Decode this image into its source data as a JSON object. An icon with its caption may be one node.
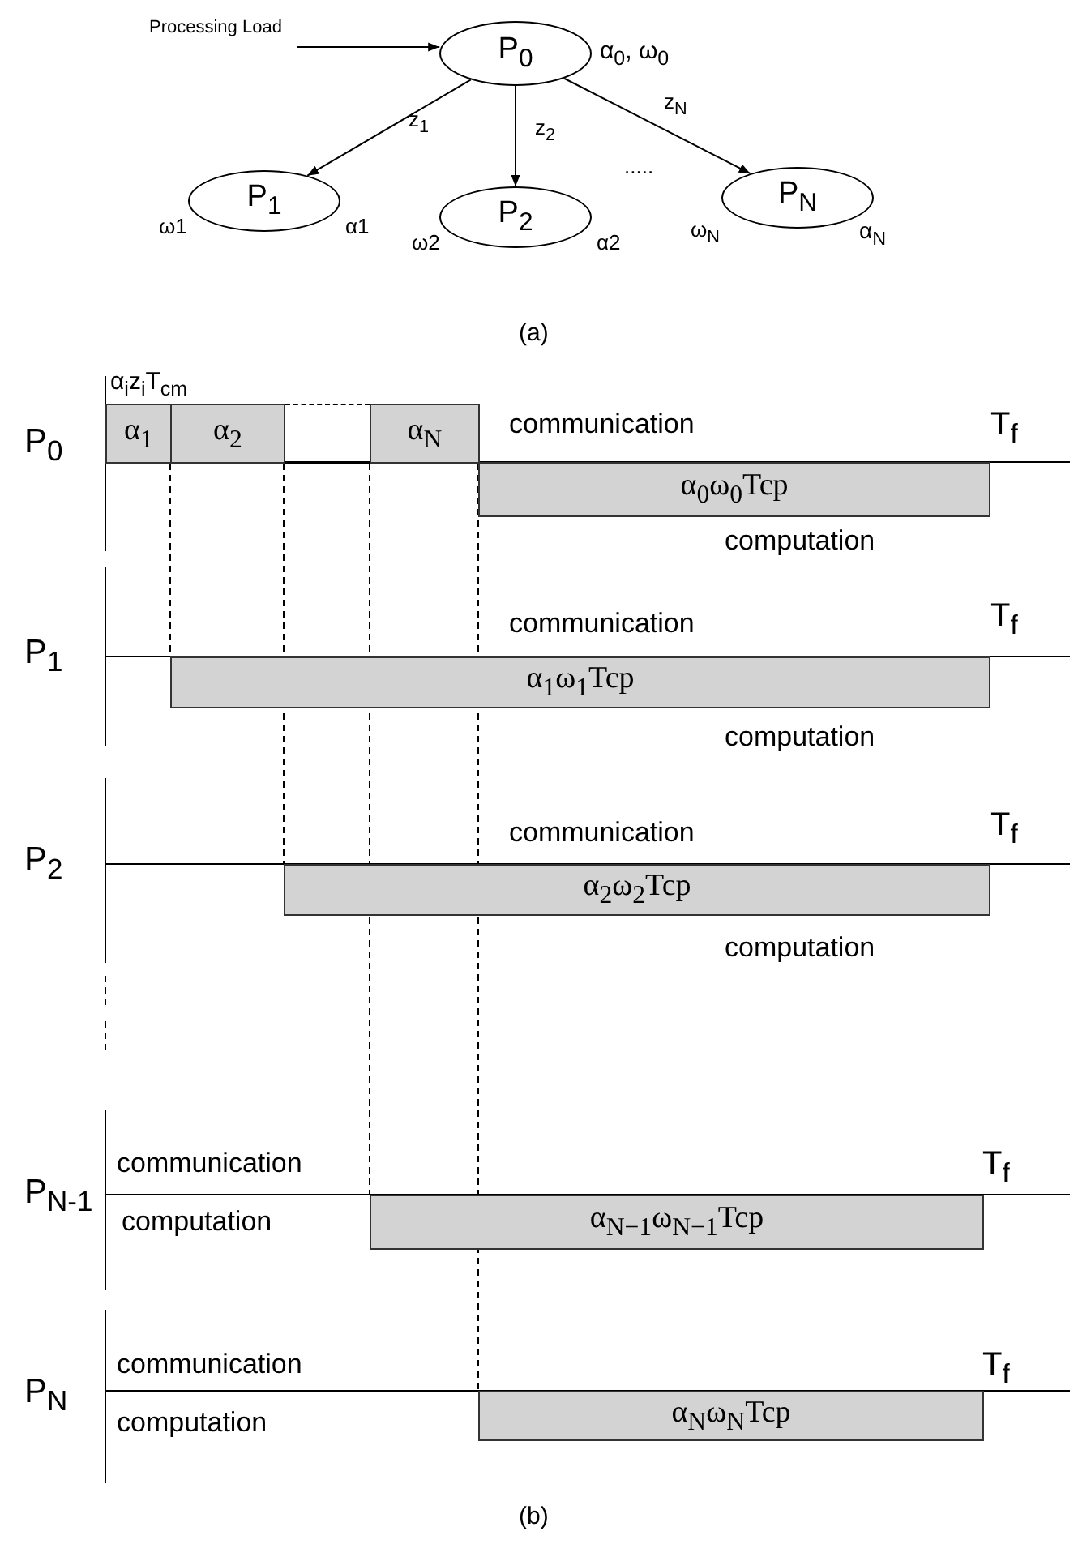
{
  "diagram": {
    "nodes": [
      {
        "text": [
          "Processing Load"
        ]
      },
      {
        "text": [
          "P$_{0}$"
        ],
        "beside": [
          "α$_{0}$, ω$_{0}$"
        ]
      },
      {
        "text": [
          "P$_{1}$"
        ],
        "beside": [
          "ω1",
          "α1"
        ]
      },
      {
        "text": [
          "P$_{2}$"
        ],
        "beside": [
          "ω2",
          "α2"
        ]
      },
      {
        "text": [
          "P$_{N}$"
        ],
        "beside": [
          "ω$_{N}$",
          "α$_{N}$"
        ]
      },
      {
        "text": [
          "α$_{1}$"
        ]
      },
      {
        "text": [
          "α$_{2}$"
        ]
      },
      {
        "text": [],
        "shape": "box"
      },
      {
        "text": [
          "α$_{N}$"
        ]
      },
      {
        "text": [
          "α$_{0}$ω$_{0}$Tcp"
        ],
        "beside": [
          "computation"
        ]
      },
      {
        "text": [
          "α$_{1}$ω$_{1}$Tcp"
        ],
        "beside": [
          "computation"
        ]
      },
      {
        "text": [
          "α$_{2}$ω$_{2}$Tcp"
        ],
        "beside": [
          "computation"
        ]
      },
      {
        "text": [
          "α$_{N−1}$ω$_{N−1}$Tcp"
        ]
      },
      {
        "text": [
          "α$_{N}$ω$_{N}$Tcp"
        ]
      }
    ],
    "edges": [
      {
        "from": 0,
        "to": 1,
        "arrow": "to"
      },
      {
        "from": 1,
        "to": 2,
        "arrow": "to",
        "label": "z$_{1}$"
      },
      {
        "from": 1,
        "to": 3,
        "arrow": "to",
        "label": "z$_{2}$"
      },
      {
        "from": 1,
        "to": 4,
        "arrow": "to",
        "label": "z$_{N}$"
      }
    ],
    "labels": [
      ".....",
      "(a)",
      "α$_{i}$z$_{i}$T$_{cm}$",
      "P$_{0}$",
      "communication",
      "T$_{f}$",
      "P$_{1}$",
      "communication",
      "T$_{f}$",
      "P$_{2}$",
      "communication",
      "T$_{f}$",
      "P$_{N-1}$",
      "communication",
      "T$_{f}$",
      "computation",
      "P$_{N}$",
      "communication",
      "T$_{f}$",
      "computation",
      "(b)"
    ]
  }
}
